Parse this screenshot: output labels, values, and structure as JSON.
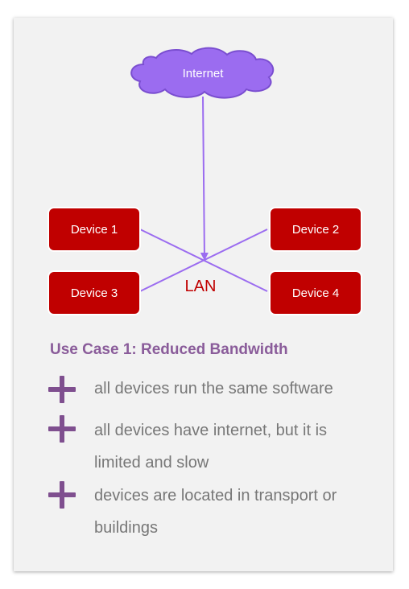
{
  "diagram": {
    "cloud_label": "Internet",
    "lan_label": "LAN",
    "devices": [
      "Device 1",
      "Device 2",
      "Device 3",
      "Device 4"
    ],
    "colors": {
      "cloud": "#9b6cf0",
      "arrow": "#9b6cf0",
      "device": "#c00000"
    }
  },
  "use_case": {
    "title": "Use Case 1: Reduced Bandwidth",
    "bullets": [
      "all devices run the same software",
      "all devices have internet, but it is limited and slow",
      "devices are located in transport or buildings"
    ]
  }
}
